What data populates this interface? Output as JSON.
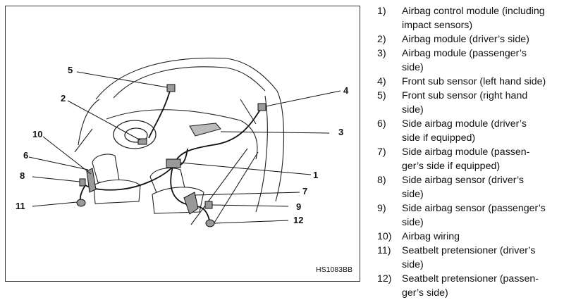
{
  "figure_code": "HS1083BB",
  "callouts": [
    {
      "number": "1"
    },
    {
      "number": "2"
    },
    {
      "number": "3"
    },
    {
      "number": "4"
    },
    {
      "number": "5"
    },
    {
      "number": "6"
    },
    {
      "number": "7"
    },
    {
      "number": "8"
    },
    {
      "number": "9"
    },
    {
      "number": "10"
    },
    {
      "number": "11"
    },
    {
      "number": "12"
    }
  ],
  "legend": [
    {
      "num": "1)",
      "lines": [
        "Airbag control module (including",
        "impact sensors)"
      ]
    },
    {
      "num": "2)",
      "lines": [
        "Airbag module (driver’s side)"
      ]
    },
    {
      "num": "3)",
      "lines": [
        "Airbag module (passenger’s",
        "side)"
      ]
    },
    {
      "num": "4)",
      "lines": [
        "Front sub sensor (left hand side)"
      ]
    },
    {
      "num": "5)",
      "lines": [
        "Front sub sensor (right hand",
        "side)"
      ]
    },
    {
      "num": "6)",
      "lines": [
        "Side airbag module (driver’s",
        "side if equipped)"
      ]
    },
    {
      "num": "7)",
      "lines": [
        "Side airbag module (passen-",
        "ger’s side if equipped)"
      ]
    },
    {
      "num": "8)",
      "lines": [
        "Side airbag sensor (driver’s",
        "side)"
      ]
    },
    {
      "num": "9)",
      "lines": [
        "Side airbag sensor (passenger’s",
        "side)"
      ]
    },
    {
      "num": "10)",
      "lines": [
        "Airbag wiring"
      ]
    },
    {
      "num": "11)",
      "lines": [
        "Seatbelt pretensioner (driver’s",
        "side)"
      ]
    },
    {
      "num": "12)",
      "lines": [
        "Seatbelt pretensioner (passen-",
        "ger’s side)"
      ]
    }
  ]
}
